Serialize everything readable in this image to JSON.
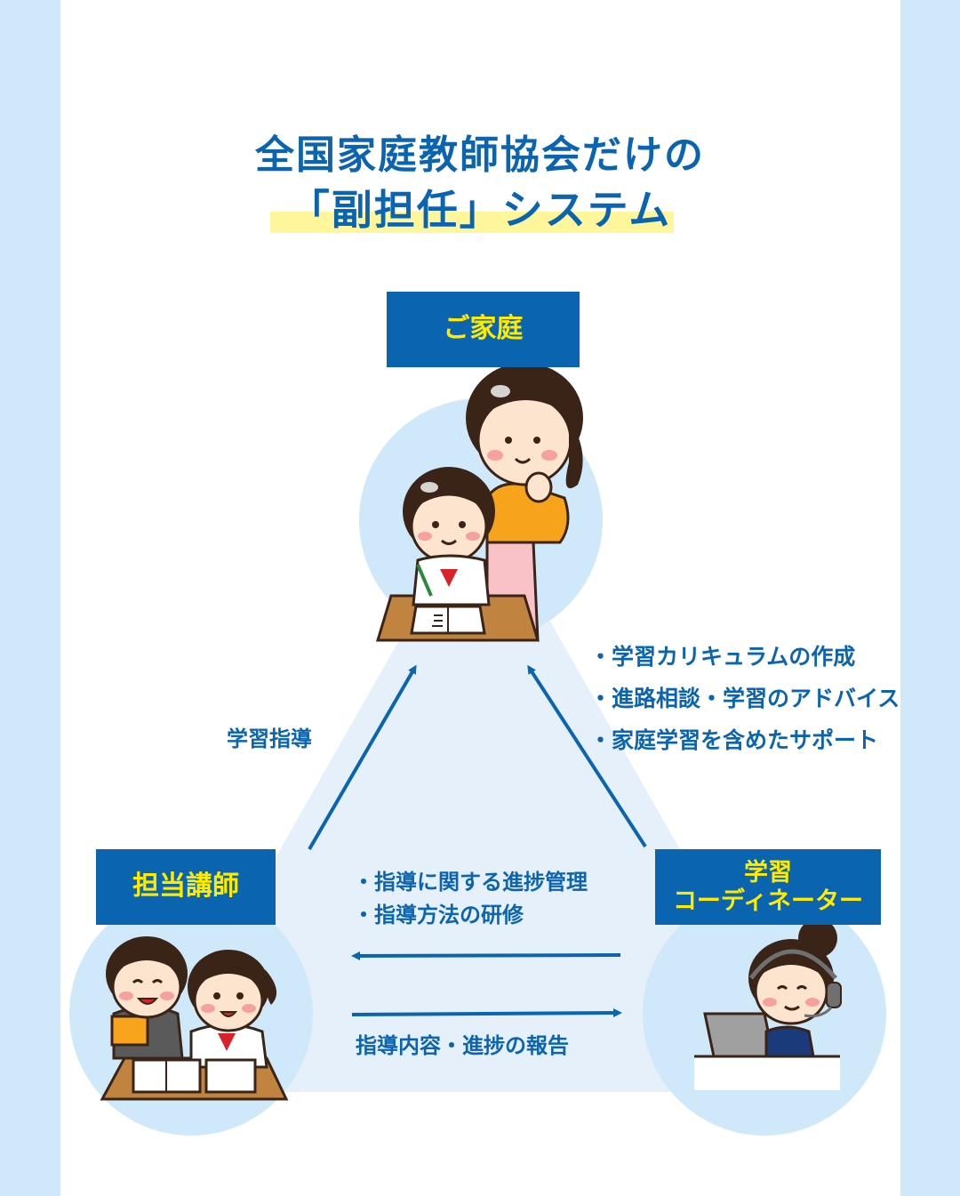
{
  "title": {
    "line1": "全国家庭教師協会だけの",
    "line2": "「副担任」システム"
  },
  "nodes": {
    "home": {
      "label": "ご家庭"
    },
    "teacher": {
      "label": "担当講師"
    },
    "coordinator": {
      "label_line1": "学習",
      "label_line2": "コーディネーター"
    }
  },
  "edges": {
    "teacher_to_home": "学習指導",
    "coordinator_to_home": [
      "・学習カリキュラムの作成",
      "・進路相談・学習のアドバイス",
      "・家庭学習を含めたサポート"
    ],
    "coordinator_to_teacher": [
      "・指導に関する進捗管理",
      "・指導方法の研修"
    ],
    "teacher_to_coordinator": "指導内容・進捗の報告"
  },
  "colors": {
    "accent_blue": "#0a64b0",
    "label_yellow": "#ffea00",
    "highlight_yellow": "#fff59a",
    "triangle_fill": "#e6f0fb",
    "circle_fill": "#cfe8fa",
    "outer_bg": "#cfe8fa"
  },
  "icons": [
    "mother-and-student-illustration",
    "teacher-and-student-illustration",
    "coordinator-with-headset-illustration",
    "arrow-icon"
  ]
}
